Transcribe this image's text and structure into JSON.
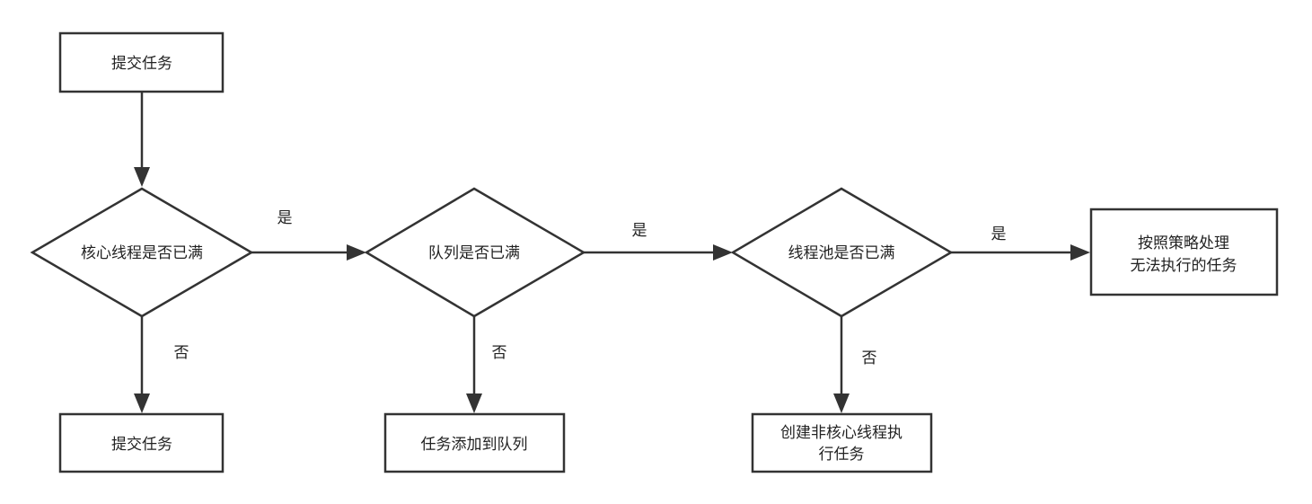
{
  "diagram": {
    "nodes": {
      "submit_task_top": {
        "line1": "提交任务"
      },
      "core_full": {
        "line1": "核心线程是否已满"
      },
      "queue_full": {
        "line1": "队列是否已满"
      },
      "pool_full": {
        "line1": "线程池是否已满"
      },
      "reject": {
        "line1": "按照策略处理",
        "line2": "无法执行的任务"
      },
      "submit_task_bottom": {
        "line1": "提交任务"
      },
      "add_to_queue": {
        "line1": "任务添加到队列"
      },
      "create_thread": {
        "line1": "创建非核心线程执",
        "line2": "行任务"
      }
    },
    "edges": {
      "yes_1": "是",
      "yes_2": "是",
      "yes_3": "是",
      "no_1": "否",
      "no_2": "否",
      "no_3": "否"
    }
  }
}
